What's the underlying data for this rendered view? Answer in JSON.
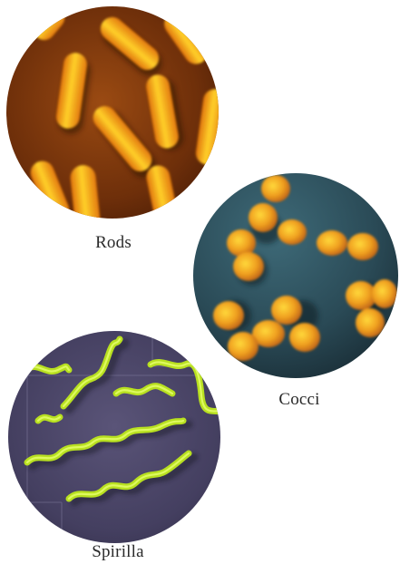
{
  "figure": {
    "rods": {
      "label": "Rods"
    },
    "cocci": {
      "label": "Cocci"
    },
    "spirilla": {
      "label": "Spirilla"
    }
  }
}
